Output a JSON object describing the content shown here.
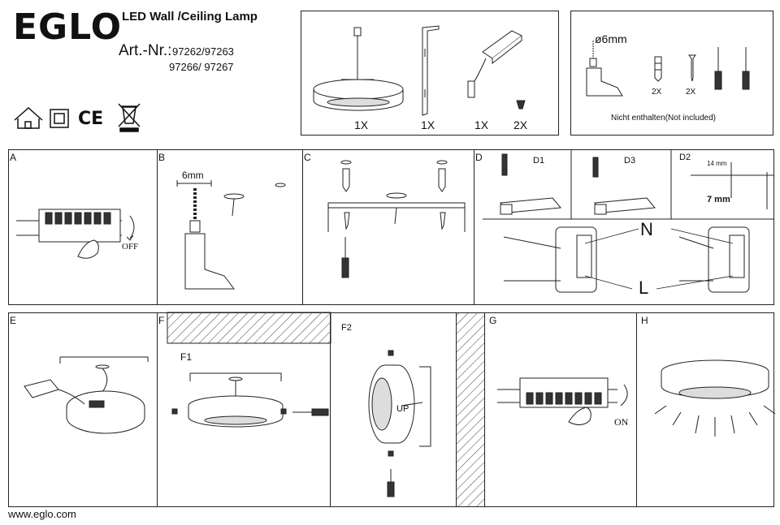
{
  "header": {
    "brand": "EGLO",
    "title": "LED Wall /Ceiling Lamp",
    "art_label": "Art.-Nr.:",
    "art_numbers_line1": "97262/97263",
    "art_numbers_line2": "97266/ 97267",
    "ce_mark": "CE"
  },
  "parts": {
    "quantities": [
      "1X",
      "1X",
      "1X",
      "2X"
    ]
  },
  "tools": {
    "drill_size": "ø6mm",
    "dowel_qty": "2X",
    "screw_qty": "2X",
    "not_included": "Nicht enthalten(Not included)"
  },
  "steps": {
    "a": {
      "letter": "A",
      "switch_text": "OFF"
    },
    "b": {
      "letter": "B",
      "hole_size": "6mm"
    },
    "c": {
      "letter": "C"
    },
    "d": {
      "letter": "D",
      "d1": "D1",
      "d3": "D3",
      "d2": "D2",
      "strip_14": "14 mm",
      "strip_7": "7 mm",
      "neutral": "N",
      "live": "L"
    },
    "e": {
      "letter": "E"
    },
    "f": {
      "letter": "F",
      "f1": "F1",
      "f2": "F2",
      "up": "UP"
    },
    "g": {
      "letter": "G",
      "switch_text": "ON"
    },
    "h": {
      "letter": "H"
    }
  },
  "footer": {
    "url": "www.eglo.com"
  }
}
